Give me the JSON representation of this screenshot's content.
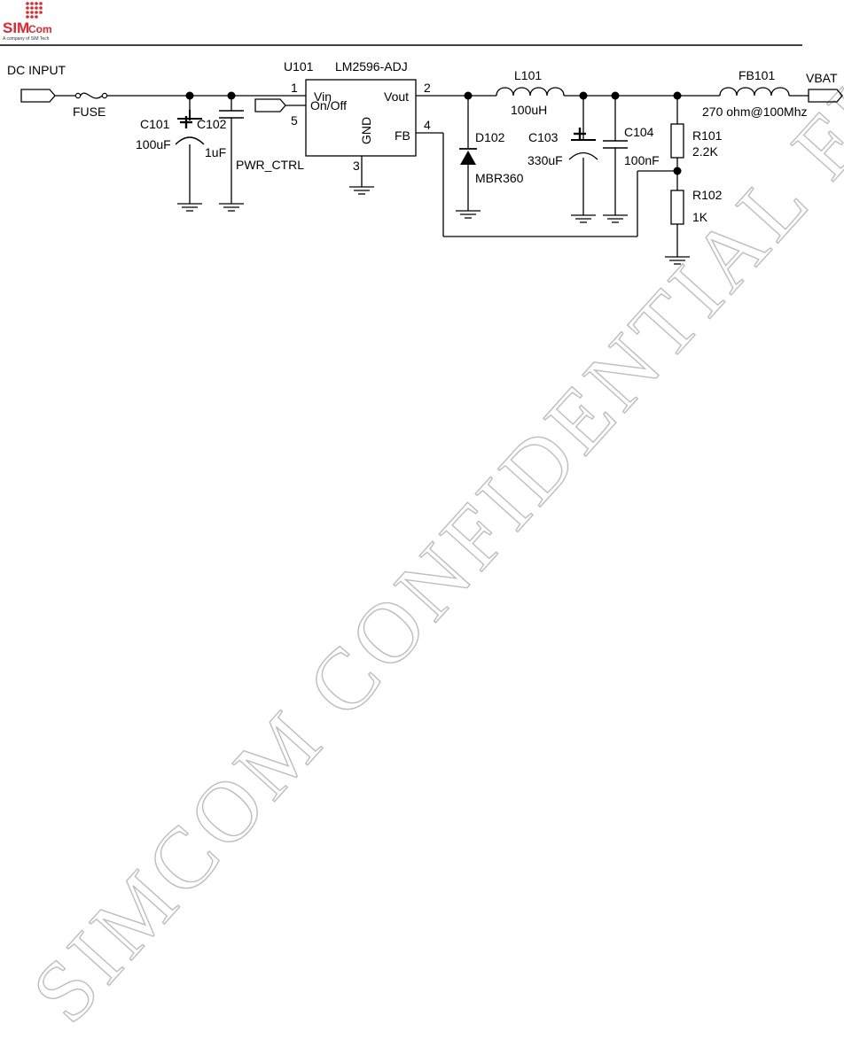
{
  "brand": {
    "logo_text_sim": "SIM",
    "logo_text_com": "Com",
    "tagline": "A company of SIM Tech",
    "accent_color": "#e1262d"
  },
  "watermark": "SIMCOM CONFIDENTIAL FILE",
  "schematic": {
    "input_port": "DC INPUT",
    "output_port": "VBAT",
    "fuse": "FUSE",
    "ic": {
      "ref": "U101",
      "part": "LM2596-ADJ",
      "pin_vin": "Vin",
      "pin_vout": "Vout",
      "pin_onoff": "On/Off",
      "pin_fb": "FB",
      "pin_gnd": "GND",
      "pin1": "1",
      "pin2": "2",
      "pin3": "3",
      "pin4": "4",
      "pin5": "5"
    },
    "pwr_ctrl": "PWR_CTRL",
    "c101": {
      "ref": "C101",
      "value": "100uF"
    },
    "c102": {
      "ref": "C102",
      "value": "1uF"
    },
    "d102": {
      "ref": "D102",
      "value": "MBR360"
    },
    "l101": {
      "ref": "L101",
      "value": "100uH"
    },
    "c103": {
      "ref": "C103",
      "value": "330uF"
    },
    "c104": {
      "ref": "C104",
      "value": "100nF"
    },
    "r101": {
      "ref": "R101",
      "value": "2.2K"
    },
    "r102": {
      "ref": "R102",
      "value": "1K"
    },
    "fb101": {
      "ref": "FB101",
      "value": "270 ohm@100Mhz"
    }
  }
}
